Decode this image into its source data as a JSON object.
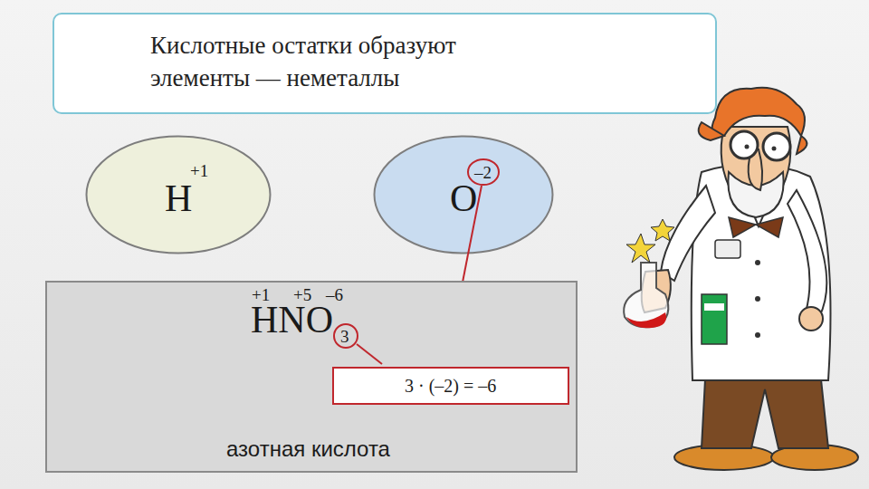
{
  "diagram": {
    "title": "Кислотные остатки образуют элементы — неметаллы",
    "nodes": [
      {
        "text": [
          "H",
          "+1"
        ]
      },
      {
        "text": [
          "O",
          "–2"
        ]
      },
      {
        "text": [
          "+1",
          "+5",
          "–6",
          "HNO",
          "3",
          "азотная кислота"
        ]
      },
      {
        "text": [
          "3 · (–2) = –6"
        ],
        "in": 2
      }
    ],
    "edges": [
      {
        "from": 1,
        "to": 3,
        "arrow": "none"
      }
    ]
  }
}
